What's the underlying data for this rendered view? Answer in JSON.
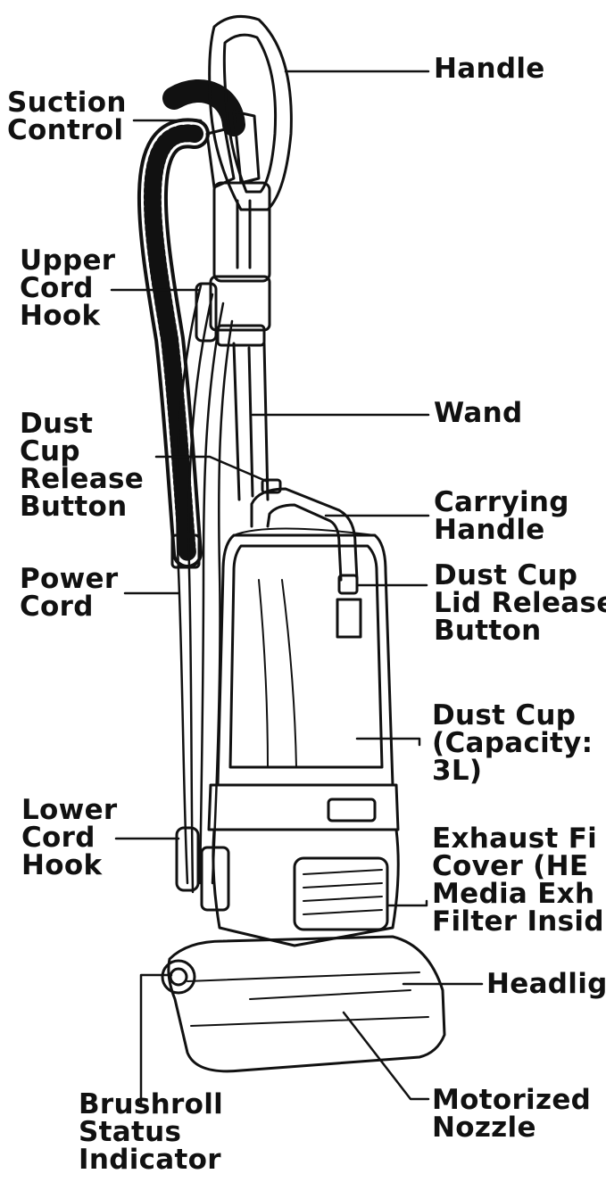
{
  "labels": {
    "handle": "Handle",
    "suction_control": "Suction\nControl",
    "upper_cord_hook": "Upper\nCord\nHook",
    "wand": "Wand",
    "dust_cup_release_button": "Dust\nCup\nRelease\nButton",
    "carrying_handle": "Carrying\nHandle",
    "power_cord": "Power\nCord",
    "dust_cup_lid_release_button": "Dust Cup\nLid Release\nButton",
    "dust_cup": "Dust Cup\n(Capacity:\n3L)",
    "lower_cord_hook": "Lower\nCord\nHook",
    "exhaust_filter_cover": "Exhaust Fi\nCover (HE\nMedia Exh\nFilter Insid",
    "headlight": "Headlig",
    "motorized_nozzle": "Motorized\nNozzle",
    "brushroll_status_indicator": "Brushroll\nStatus\nIndicator"
  },
  "colors": {
    "line": "#111111",
    "background": "#ffffff"
  }
}
